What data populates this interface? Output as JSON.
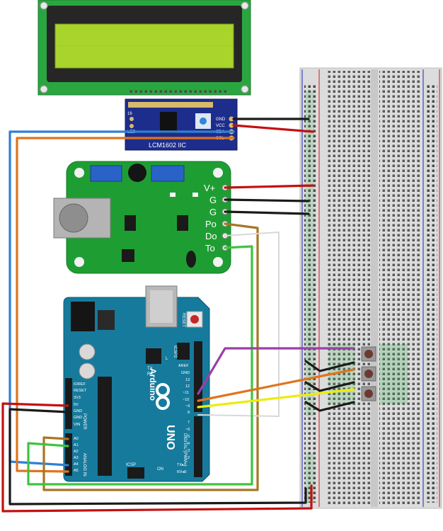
{
  "lcd": {
    "label": "LCM1602 IIC",
    "led_label": "LED",
    "pin16_label": "16",
    "pins": [
      "GND",
      "VCC",
      "SDA",
      "SCL"
    ]
  },
  "ph_module": {
    "pins": [
      "V+",
      "G",
      "G",
      "Po",
      "Do",
      "To"
    ]
  },
  "arduino": {
    "brand": "Arduino",
    "model": "UNO",
    "reset_label": "RESET",
    "icsp_label": "ICSP",
    "icsp2_label": "ICSP2",
    "digital_label": "DIGITAL (PWM~)",
    "power_label": "POWER",
    "analog_label": "ANALOG IN",
    "on_label": "ON",
    "tx_label": "TX",
    "rx_label": "RX",
    "l_label": "L",
    "top_pins": [
      "AREF",
      "GND",
      "13",
      "12",
      "~11",
      "~10",
      "~9",
      "8"
    ],
    "bottom_pins": [
      "7",
      "~6",
      "~5",
      "4",
      "~3",
      "2",
      "TX▸1",
      "RX◂0"
    ],
    "power_pins": [
      "IOREF",
      "RESET",
      "3V3",
      "5V",
      "GND",
      "GND",
      "VIN"
    ],
    "analog_pins": [
      "A0",
      "A1",
      "A2",
      "A3",
      "A4",
      "A5"
    ]
  },
  "colors": {
    "wire_black": "#1a1a1a",
    "wire_red": "#c41010",
    "wire_blue": "#2f7fd6",
    "wire_orange": "#e0741c",
    "wire_brown": "#a87624",
    "wire_green": "#3ec43e",
    "wire_purple": "#9b3fa8",
    "wire_yellow": "#ecec10",
    "wire_white": "#e6e6e6",
    "board_green": "#1e9e32",
    "arduino_blue": "#167a9c",
    "lcd_screen": "#a8d42c",
    "i2c_blue": "#1d2d8c"
  }
}
